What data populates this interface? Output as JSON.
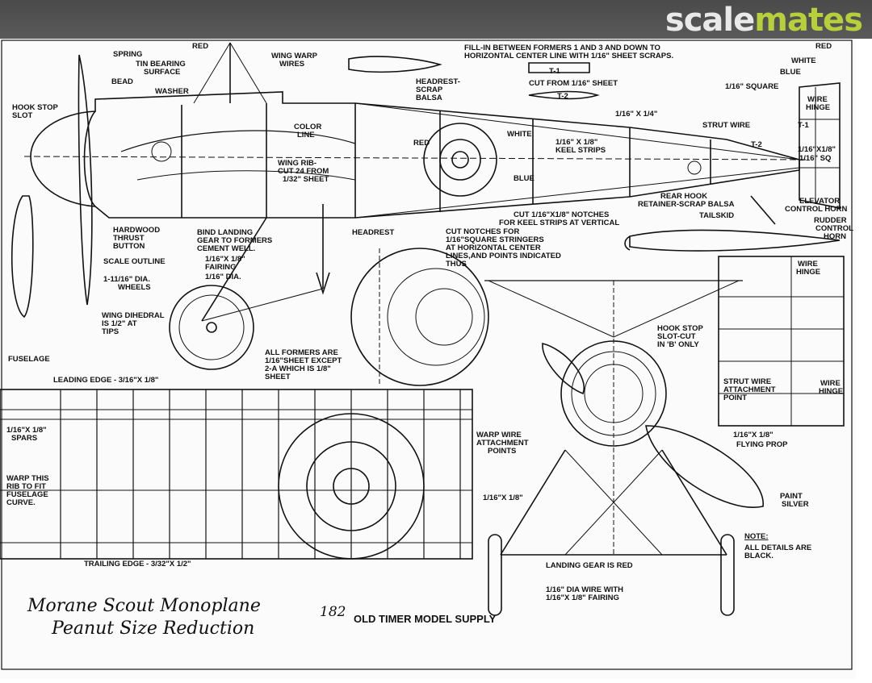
{
  "brand": {
    "part1": "scale",
    "part2": "mates",
    "color_main": "#e9e9e9",
    "color_accent": "#b7cf3a"
  },
  "plan": {
    "title_line1": "Morane Scout Monoplane",
    "title_line2": "Peanut Size Reduction",
    "plan_number": "182",
    "publisher": "OLD TIMER MODEL SUPPLY"
  },
  "labels": {
    "red_top": "RED",
    "spring": "SPRING",
    "tin_bearing": "TIN BEARING",
    "surface": "SURFACE",
    "bead": "BEAD",
    "washer": "WASHER",
    "hook_stop": "HOOK STOP",
    "slot": "SLOT",
    "wing_warp": "WING WARP",
    "wires": "WIRES",
    "headrest_scrap": "HEADREST-",
    "scrap": "SCRAP",
    "balsa": "BALSA",
    "fill_in_1": "FILL-IN BETWEEN FORMERS 1 AND 3 AND DOWN TO",
    "fill_in_2": "HORIZONTAL CENTER LINE WITH 1/16\" SHEET SCRAPS.",
    "t1": "T-1",
    "t2": "T-2",
    "cut_from": "CUT FROM 1/16\" SHEET",
    "red_right": "RED",
    "white_right": "WHITE",
    "blue_right": "BLUE",
    "sq_1_16": "1/16\" SQUARE",
    "wire_hinge_top": "WIRE",
    "hinge_top": "HINGE",
    "x_1_4": "1/16\" X 1/4\"",
    "strut_wire": "STRUT WIRE",
    "t1_short": "T-1",
    "t2_short": "T-2",
    "x_1_8_a": "1/16\"X1/8\"",
    "sq_1_16_b": "1/16\" SQ",
    "color_line_1": "COLOR",
    "color_line_2": "LINE",
    "red_mid": "RED",
    "white_mid": "WHITE",
    "blue_mid": "BLUE",
    "keel_1": "1/16\" X 1/8\"",
    "keel_2": "KEEL STRIPS",
    "wing_rib_1": "WING RIB-",
    "wing_rib_2": "CUT 24 FROM",
    "wing_rib_3": "1/32\" SHEET",
    "rear_hook_1": "REAR HOOK",
    "rear_hook_2": "RETAINER-SCRAP BALSA",
    "elevator_1": "ELEVATOR",
    "elevator_2": "CONTROL HORN",
    "tailskid": "TAILSKID",
    "cut_notches_1": "CUT 1/16\"X1/8\" NOTCHES",
    "cut_notches_2": "FOR KEEL STRIPS AT VERTICAL",
    "rudder_1": "RUDDER",
    "rudder_2": "CONTROL",
    "rudder_3": "HORN",
    "hardwood_1": "HARDWOOD",
    "hardwood_2": "THRUST",
    "hardwood_3": "BUTTON",
    "bind_1": "BIND LANDING",
    "bind_2": "GEAR TO FORMERS",
    "bind_3": "CEMENT WELL.",
    "headrest": "HEADREST",
    "notch_1": "CUT NOTCHES FOR",
    "notch_2": "1/16\"SQUARE STRINGERS",
    "notch_3": "AT HORIZONTAL CENTER",
    "notch_4": "LINES,AND POINTS INDICATED",
    "notch_5": "THUS",
    "scale_outline": "SCALE OUTLINE",
    "fairing_1": "1/16\"X 1/8\"",
    "fairing_2": "FAIRING",
    "dia_1_16": "1/16\" DIA.",
    "wheels_1": "1-11/16\" DIA.",
    "wheels_2": "WHEELS",
    "wire_hinge_mid_1": "WIRE",
    "wire_hinge_mid_2": "HINGE",
    "dihedral_1": "WING DIHEDRAL",
    "dihedral_2": "IS 1/2\" AT",
    "dihedral_3": "TIPS",
    "fuselage": "FUSELAGE",
    "formers_1": "ALL FORMERS ARE",
    "formers_2": "1/16\"SHEET EXCEPT",
    "formers_3": "2-A WHICH IS 1/8\"",
    "formers_4": "SHEET",
    "leading_edge": "LEADING EDGE - 3/16\"X 1/8\"",
    "hookstop2_1": "HOOK STOP",
    "hookstop2_2": "SLOT-CUT",
    "hookstop2_3": "IN 'B' ONLY",
    "strut_att_1": "STRUT WIRE",
    "strut_att_2": "ATTACHMENT",
    "strut_att_3": "POINT",
    "wire_hinge_low_1": "WIRE",
    "wire_hinge_low_2": "HINGE",
    "spars_1": "1/16\"X 1/8\"",
    "spars_2": "SPARS",
    "warp_wire_1": "WARP WIRE",
    "warp_wire_2": "ATTACHMENT",
    "warp_wire_3": "POINTS",
    "x_1_8_prop": "1/16\"X 1/8\"",
    "flying_prop": "FLYING PROP",
    "warp_rib_1": "WARP THIS",
    "warp_rib_2": "RIB TO FIT",
    "warp_rib_3": "FUSELAGE",
    "warp_rib_4": "CURVE.",
    "x_1_8_gear": "1/16\"X 1/8\"",
    "paint_1": "PAINT",
    "paint_2": "SILVER",
    "note_1": "NOTE:",
    "note_2": "ALL DETAILS ARE",
    "note_3": "BLACK.",
    "trailing_edge": "TRAILING EDGE - 3/32\"X 1/2\"",
    "landing_gear_red": "LANDING GEAR IS RED",
    "dia_wire_1": "1/16\" DIA WIRE WITH",
    "dia_wire_2": "1/16\"X 1/8\" FAIRING"
  }
}
